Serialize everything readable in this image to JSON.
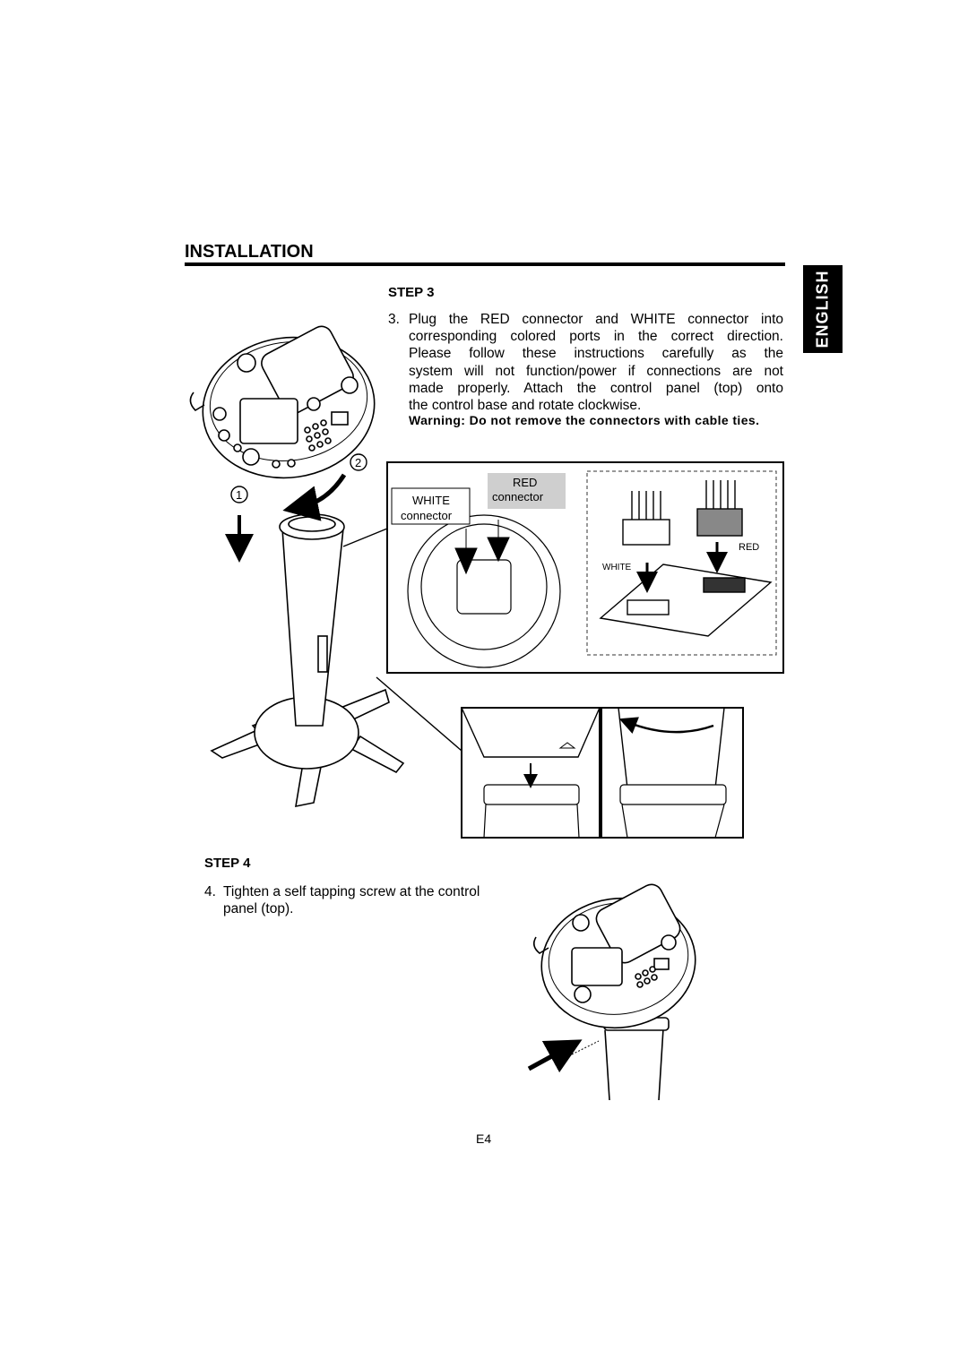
{
  "page": {
    "section_title": "INSTALLATION",
    "language_tab": "ENGLISH",
    "page_number": "E4"
  },
  "step3": {
    "heading": "STEP 3",
    "number": "3.",
    "text_lines": [
      "Plug the RED connector and WHITE connector  into",
      "corresponding colored ports in the correct direction.",
      "Please follow these instructions carefully as the",
      "system will not function/power  if connections are not",
      "made properly. Attach the control panel (top) onto",
      "the control base and rotate clockwise."
    ],
    "warning": "Warning: Do not remove the connectors with cable ties."
  },
  "step4": {
    "heading": "STEP 4",
    "number": "4.",
    "text": "Tighten a self tapping screw at the control panel (top)."
  },
  "figure": {
    "callout_1": "1",
    "callout_2": "2",
    "white_label_line1": "WHITE",
    "white_label_line2": "connector",
    "red_label_line1": "RED",
    "red_label_line2": "connector",
    "detail_red": "RED",
    "detail_white": "WHITE"
  }
}
